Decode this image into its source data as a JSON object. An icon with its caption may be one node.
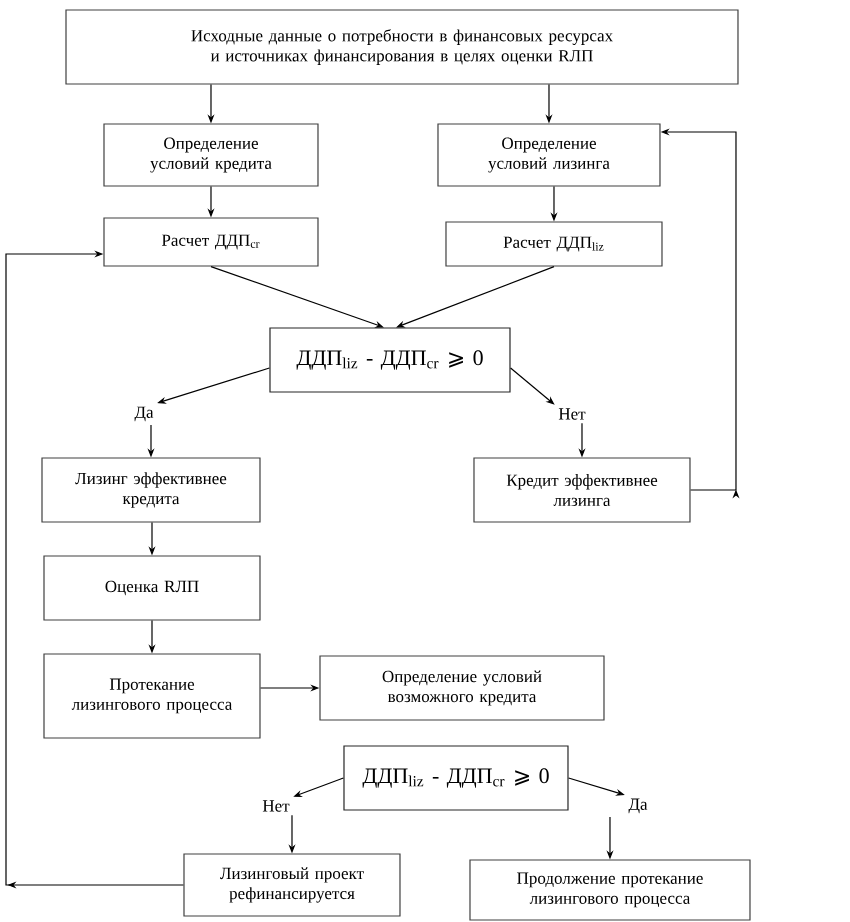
{
  "diagram": {
    "nodes": [
      {
        "text": [
          "Исходные данные о потребности в финансовых ресурсах и источниках финансирования в целях оценки RЛП"
        ]
      },
      {
        "text": [
          "Определение условий кредита"
        ]
      },
      {
        "text": [
          "Определение условий лизинга"
        ]
      },
      {
        "text": [
          "Расчет ДДП$_{cr}$"
        ]
      },
      {
        "text": [
          "Расчет ДДП$_{liz}$"
        ]
      },
      {
        "text": [
          "ДДП$_{liz}$ - ДДП$_{cr}$ ⩾ 0"
        ]
      },
      {
        "text": [
          "Да"
        ]
      },
      {
        "text": [
          "Лизинг эффективнее кредита"
        ]
      },
      {
        "text": [
          "Нет"
        ]
      },
      {
        "text": [
          "Кредит эффективнее лизинга"
        ]
      },
      {
        "text": [
          "Оценка RЛП"
        ]
      },
      {
        "text": [
          "Протекание лизингового процесса"
        ]
      },
      {
        "text": [
          "Определение условий возможного кредита"
        ]
      },
      {
        "text": [
          "ДДП$_{liz}$ - ДДП$_{cr}$ ⩾ 0"
        ]
      },
      {
        "text": [
          "Нет"
        ]
      },
      {
        "text": [
          "Да"
        ]
      },
      {
        "text": [
          "Лизинговый проект рефинансируется"
        ]
      },
      {
        "text": [
          "Продолжение протекание лизингового процесса"
        ]
      }
    ],
    "edges": [
      {
        "from": 0,
        "to": 1,
        "arrow": "to"
      },
      {
        "from": 0,
        "to": 2,
        "arrow": "to"
      },
      {
        "from": 1,
        "to": 3,
        "arrow": "to"
      },
      {
        "from": 2,
        "to": 4,
        "arrow": "to"
      },
      {
        "from": 3,
        "to": 5,
        "arrow": "to"
      },
      {
        "from": 4,
        "to": 5,
        "arrow": "to"
      },
      {
        "from": 5,
        "to": 6,
        "arrow": "to"
      },
      {
        "from": 6,
        "to": 7,
        "arrow": "to"
      },
      {
        "from": 5,
        "to": 8,
        "arrow": "to"
      },
      {
        "from": 8,
        "to": 9,
        "arrow": "to"
      },
      {
        "from": 9,
        "to": 2,
        "arrow": "to"
      },
      {
        "from": 7,
        "to": 10,
        "arrow": "to"
      },
      {
        "from": 10,
        "to": 11,
        "arrow": "to"
      },
      {
        "from": 11,
        "to": 12,
        "arrow": "to"
      },
      {
        "from": 13,
        "to": 14,
        "arrow": "to"
      },
      {
        "from": 14,
        "to": 16,
        "arrow": "to"
      },
      {
        "from": 13,
        "to": 15,
        "arrow": "to"
      },
      {
        "from": 15,
        "to": 17,
        "arrow": "to"
      },
      {
        "from": 16,
        "to": 3,
        "arrow": "to"
      }
    ]
  }
}
